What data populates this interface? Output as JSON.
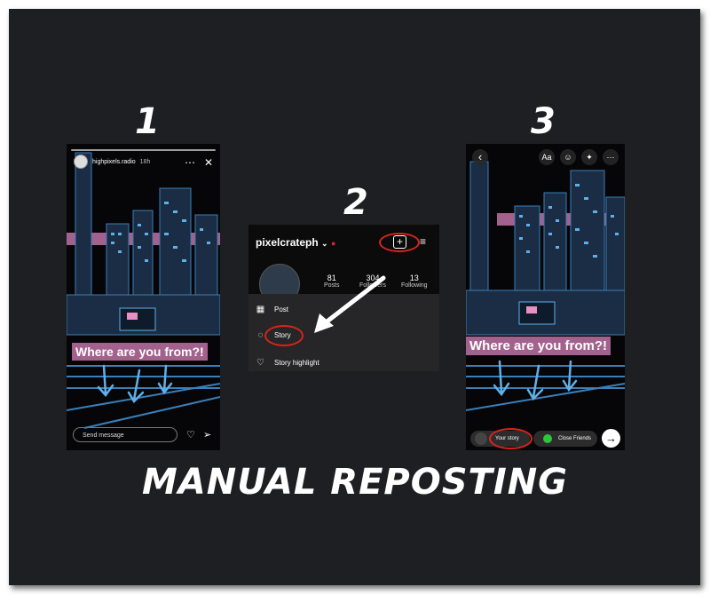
{
  "title": "MANUAL REPOSTING",
  "steps": [
    "1",
    "2",
    "3"
  ],
  "screen1": {
    "username": "highpixels.radio",
    "time": "18h",
    "more": "⋯",
    "close": "✕",
    "question": "Where are you from?!",
    "send_placeholder": "Send message",
    "heart": "♡",
    "send": "➢"
  },
  "screen2": {
    "username": "pixelcrateph",
    "chevron": "⌄",
    "dot": "●",
    "plus": "+",
    "menu": "≡",
    "stats": [
      {
        "value": "81",
        "label": "Posts"
      },
      {
        "value": "304",
        "label": "Followers"
      },
      {
        "value": "13",
        "label": "Following"
      }
    ],
    "menu_items": [
      {
        "label": "Post",
        "icon": "grid-icon",
        "glyph": "▦"
      },
      {
        "label": "Story",
        "icon": "story-icon",
        "glyph": "◌"
      },
      {
        "label": "Story highlight",
        "icon": "highlight-icon",
        "glyph": "♡"
      }
    ]
  },
  "screen3": {
    "back": "‹",
    "text_tool": "Aa",
    "sticker": "☺",
    "effects": "✦",
    "more": "⋯",
    "question": "Where are you from?!",
    "your_story": "Your story",
    "close_friends": "Close Friends",
    "next": "→"
  },
  "colors": {
    "background": "#1e1f22",
    "accent_red": "#d9241c",
    "question_bg": "#a3628e",
    "city_blue": "#3a7fb8",
    "sky_pink": "#a3628e"
  }
}
